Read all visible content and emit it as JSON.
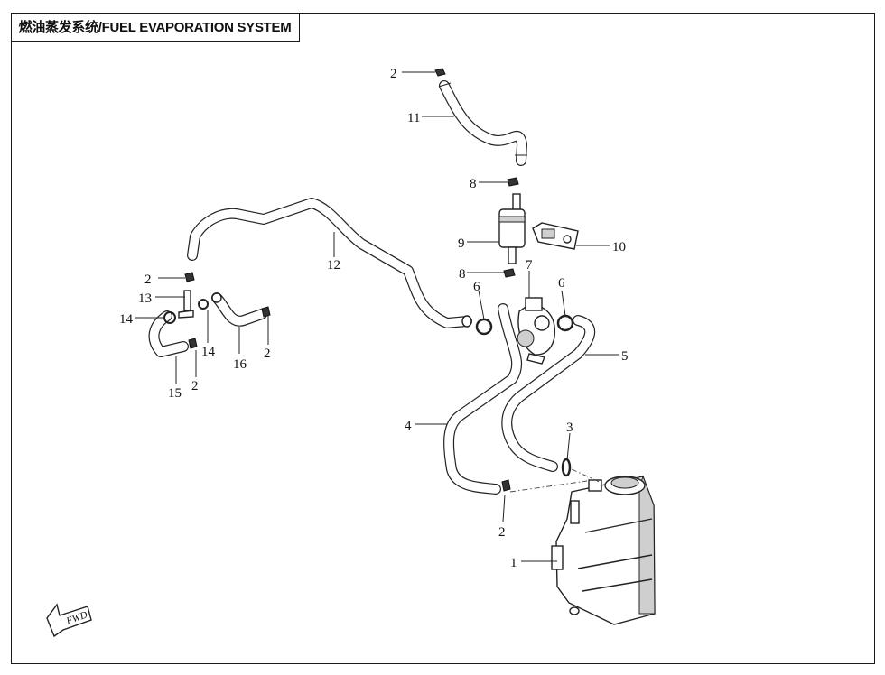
{
  "title": "燃油蒸发系统/FUEL EVAPORATION SYSTEM",
  "fwd_label": "FWD",
  "callouts": {
    "c1": "1",
    "c2a": "2",
    "c2b": "2",
    "c2c": "2",
    "c2d": "2",
    "c2e": "2",
    "c3": "3",
    "c4": "4",
    "c5": "5",
    "c6a": "6",
    "c6b": "6",
    "c7": "7",
    "c8a": "8",
    "c8b": "8",
    "c9": "9",
    "c10": "10",
    "c11": "11",
    "c12": "12",
    "c13": "13",
    "c14a": "14",
    "c14b": "14",
    "c15": "15",
    "c16": "16"
  }
}
